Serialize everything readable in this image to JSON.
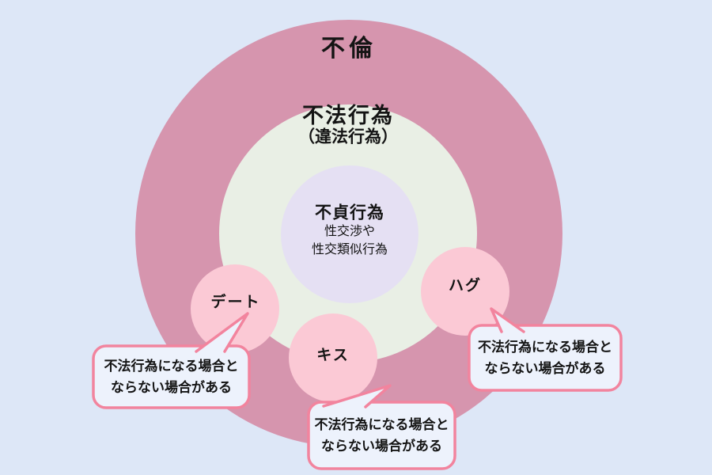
{
  "colors": {
    "background": "#dde7f7",
    "outer_circle": "#d695ae",
    "middle_circle": "#e9efe5",
    "inner_circle": "#e5e0f3",
    "satellite_circle": "#fbc9d5",
    "callout_fill": "#edf2fc",
    "callout_border": "#f2849e",
    "text": "#141414"
  },
  "diagram": {
    "title": "不倫",
    "rings": {
      "middle_title": "不法行為",
      "middle_subtitle": "（違法行為）",
      "inner_title": "不貞行為",
      "inner_line1": "性交渉や",
      "inner_line2": "性交類似行為"
    },
    "satellites": [
      {
        "label": "デート"
      },
      {
        "label": "キス"
      },
      {
        "label": "ハグ"
      }
    ],
    "callouts": [
      {
        "line1": "不法行為になる場合と",
        "line2": "ならない場合がある"
      },
      {
        "line1": "不法行為になる場合と",
        "line2": "ならない場合がある"
      },
      {
        "line1": "不法行為になる場合と",
        "line2": "ならない場合がある"
      }
    ]
  }
}
